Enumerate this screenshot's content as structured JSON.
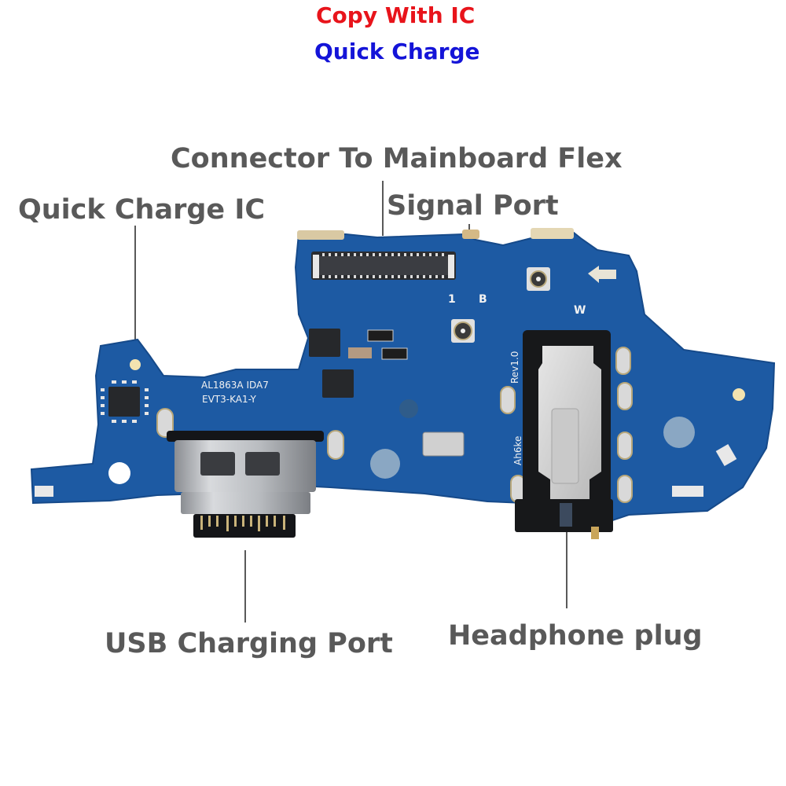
{
  "header": {
    "line1": "Copy With IC",
    "line1_color": "#e8141b",
    "line2": "Quick Charge",
    "line2_color": "#1414d8"
  },
  "labels": {
    "connector": "Connector To Mainboard Flex",
    "signal_port": "Signal Port",
    "quick_charge_ic": "Quick Charge IC",
    "usb_port": "USB Charging Port",
    "headphone": "Headphone plug",
    "label_color": "#595959"
  },
  "pcb": {
    "color": "#1f5fa8",
    "silkscreen": {
      "part_no": "AL1863A IDA7",
      "revision_code": "EVT3-KA1-Y",
      "rev": "Rev1.0",
      "maker": "Ah6ke",
      "marker_1": "1",
      "marker_b": "B",
      "marker_w": "W"
    }
  }
}
